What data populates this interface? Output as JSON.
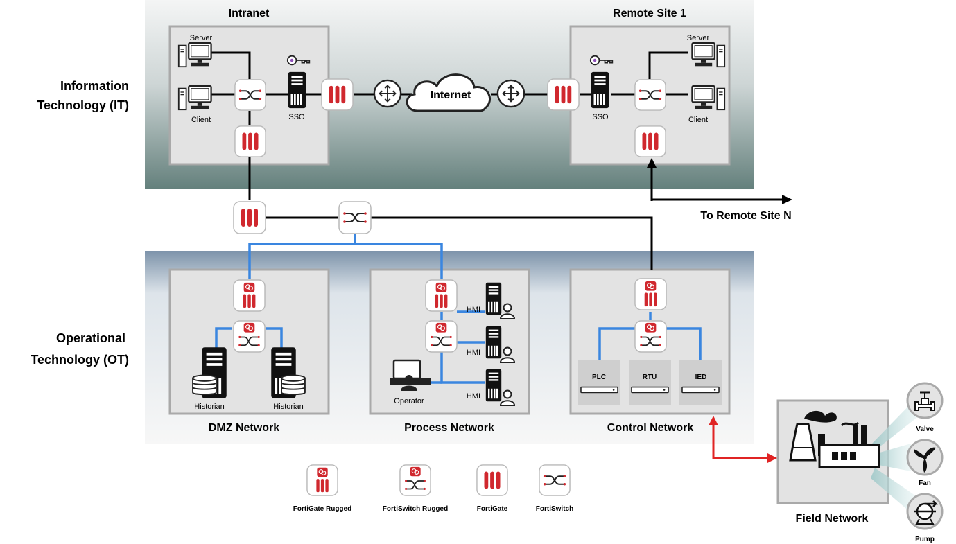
{
  "zones": {
    "it_label": [
      "Information",
      "Technology (IT)"
    ],
    "ot_label": [
      "Operational",
      "Technology (OT)"
    ]
  },
  "sites": {
    "intranet": "Intranet",
    "remote_site": "Remote Site 1",
    "to_remote_n": "To Remote Site N"
  },
  "networks": {
    "dmz": "DMZ Network",
    "process": "Process Network",
    "control": "Control Network",
    "field": "Field Network"
  },
  "it_nodes": {
    "server": "Server",
    "client": "Client",
    "sso": "SSO",
    "internet": "Internet"
  },
  "ot_nodes": {
    "historian": "Historian",
    "hmi": "HMI",
    "operator": "Operator",
    "plc": "PLC",
    "rtu": "RTU",
    "ied": "IED"
  },
  "field_devices": {
    "valve": "Valve",
    "fan": "Fan",
    "pump": "Pump"
  },
  "legend": {
    "fortigate_rugged": "FortiGate Rugged",
    "fortiswitch_rugged": "FortiSwitch Rugged",
    "fortigate": "FortiGate",
    "fortiswitch": "FortiSwitch"
  },
  "colors": {
    "fortigate_red": "#d0282e",
    "ot_link_blue": "#3a86e0",
    "field_link_red": "#e02424"
  }
}
